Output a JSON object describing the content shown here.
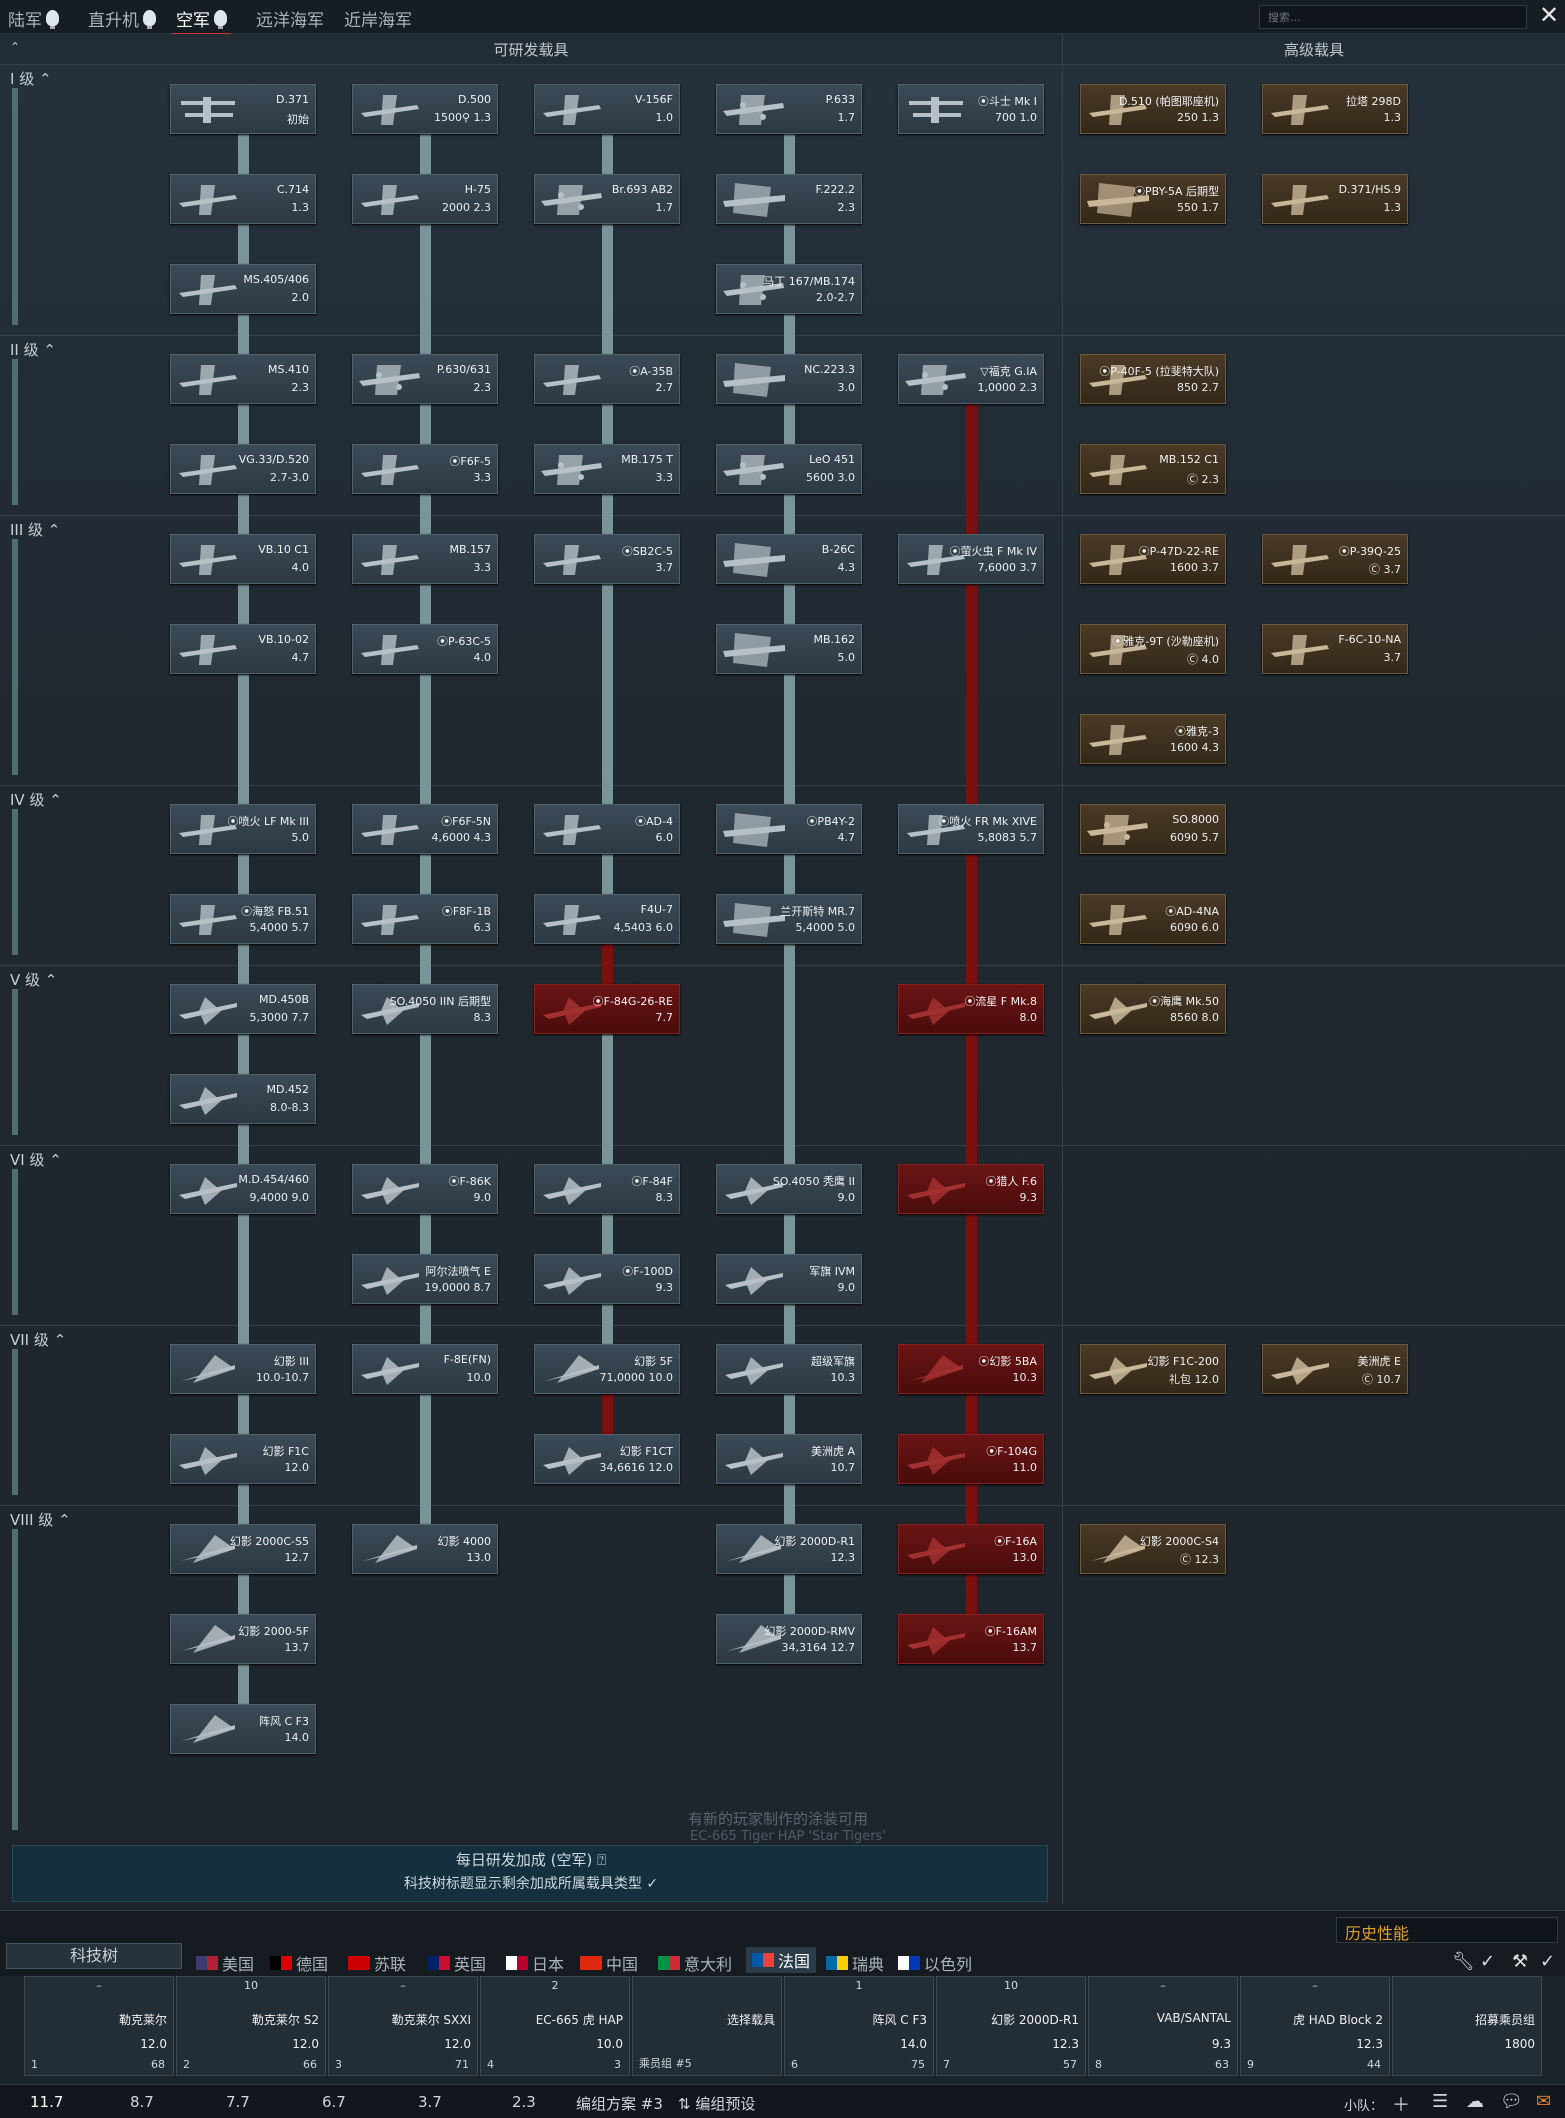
{
  "top_tabs": [
    {
      "label": "陆军",
      "bulb": true
    },
    {
      "label": "直升机",
      "bulb": true
    },
    {
      "label": "空军",
      "bulb": true,
      "active": true
    },
    {
      "label": "远洋海军",
      "bulb": false
    },
    {
      "label": "近岸海军",
      "bulb": false
    }
  ],
  "search": {
    "placeholder": "搜索..."
  },
  "close_icon": "close-icon",
  "headers": {
    "researchable": "可研发载具",
    "premium": "高级载具"
  },
  "ranks": [
    "I 级",
    "II 级",
    "III 级",
    "IV 级",
    "V 级",
    "VI 级",
    "VII 级",
    "VIII 级"
  ],
  "vehicles": [
    {
      "name": "D.371",
      "br": "初始",
      "col": 0,
      "row": 0,
      "type": "std",
      "sil": "biplane"
    },
    {
      "name": "D.500",
      "br": "1500⚲ 1.3",
      "col": 1,
      "row": 0,
      "type": "std",
      "sil": "prop"
    },
    {
      "name": "V-156F",
      "br": "1.0",
      "col": 2,
      "row": 0,
      "type": "std",
      "sil": "prop"
    },
    {
      "name": "P.633",
      "br": "1.7",
      "col": 3,
      "row": 0,
      "type": "std",
      "sil": "twin"
    },
    {
      "name": "⦿斗士 Mk I",
      "br": "700 1.0",
      "col": 4,
      "row": 0,
      "type": "std",
      "sil": "biplane"
    },
    {
      "name": "D.510 (帕图耶座机)",
      "br": "250 1.3",
      "col": 5,
      "row": 0,
      "type": "premium",
      "sil": "prop"
    },
    {
      "name": "拉塔 298D",
      "br": "1.3",
      "col": 6,
      "row": 0,
      "type": "premium",
      "sil": "prop"
    },
    {
      "name": "C.714",
      "br": "1.3",
      "col": 0,
      "row": 1,
      "type": "std",
      "sil": "prop"
    },
    {
      "name": "H-75",
      "br": "2000 2.3",
      "col": 1,
      "row": 1,
      "type": "std",
      "sil": "prop"
    },
    {
      "name": "Br.693 AB2",
      "br": "1.7",
      "col": 2,
      "row": 1,
      "type": "std",
      "sil": "twin"
    },
    {
      "name": "F.222.2",
      "br": "2.3",
      "col": 3,
      "row": 1,
      "type": "std",
      "sil": "bomber"
    },
    {
      "name": "⦿PBY-5A 后期型",
      "br": "550 1.7",
      "col": 5,
      "row": 1,
      "type": "premium",
      "sil": "bomber"
    },
    {
      "name": "D.371/HS.9",
      "br": "1.3",
      "col": 6,
      "row": 1,
      "type": "premium",
      "sil": "prop"
    },
    {
      "name": "MS.405/406",
      "br": "2.0",
      "col": 0,
      "row": 2,
      "type": "std",
      "sil": "prop"
    },
    {
      "name": "马丁 167/MB.174",
      "br": "2.0-2.7",
      "col": 3,
      "row": 2,
      "type": "std",
      "sil": "twin"
    },
    {
      "name": "MS.410",
      "br": "2.3",
      "col": 0,
      "row": 3,
      "type": "std",
      "sil": "prop"
    },
    {
      "name": "P.630/631",
      "br": "2.3",
      "col": 1,
      "row": 3,
      "type": "std",
      "sil": "twin"
    },
    {
      "name": "⦿A-35B",
      "br": "2.7",
      "col": 2,
      "row": 3,
      "type": "std",
      "sil": "prop"
    },
    {
      "name": "NC.223.3",
      "br": "3.0",
      "col": 3,
      "row": 3,
      "type": "std",
      "sil": "bomber"
    },
    {
      "name": "▽福克 G.IA",
      "br": "1,0000 2.3",
      "col": 4,
      "row": 3,
      "type": "std",
      "sil": "twin"
    },
    {
      "name": "⦿P-40F-5 (拉斐特大队)",
      "br": "850 2.7",
      "col": 5,
      "row": 3,
      "type": "premium",
      "sil": "prop"
    },
    {
      "name": "VG.33/D.520",
      "br": "2.7-3.0",
      "col": 0,
      "row": 4,
      "type": "std",
      "sil": "prop"
    },
    {
      "name": "⦿F6F-5",
      "br": "3.3",
      "col": 1,
      "row": 4,
      "type": "std",
      "sil": "prop"
    },
    {
      "name": "MB.175 T",
      "br": "3.3",
      "col": 2,
      "row": 4,
      "type": "std",
      "sil": "twin"
    },
    {
      "name": "LeO 451",
      "br": "5600 3.0",
      "col": 3,
      "row": 4,
      "type": "std",
      "sil": "twin"
    },
    {
      "name": "MB.152 C1",
      "br": "Ⓒ 2.3",
      "col": 5,
      "row": 4,
      "type": "premium",
      "sil": "prop"
    },
    {
      "name": "VB.10 C1",
      "br": "4.0",
      "col": 0,
      "row": 5,
      "type": "std",
      "sil": "prop"
    },
    {
      "name": "MB.157",
      "br": "3.3",
      "col": 1,
      "row": 5,
      "type": "std",
      "sil": "prop"
    },
    {
      "name": "⦿SB2C-5",
      "br": "3.7",
      "col": 2,
      "row": 5,
      "type": "std",
      "sil": "prop"
    },
    {
      "name": "B-26C",
      "br": "4.3",
      "col": 3,
      "row": 5,
      "type": "std",
      "sil": "bomber"
    },
    {
      "name": "⦿萤火虫 F Mk IV",
      "br": "7,6000 3.7",
      "col": 4,
      "row": 5,
      "type": "std",
      "sil": "prop"
    },
    {
      "name": "⦿P-47D-22-RE",
      "br": "1600 3.7",
      "col": 5,
      "row": 5,
      "type": "premium",
      "sil": "prop"
    },
    {
      "name": "⦿P-39Q-25",
      "br": "Ⓒ 3.7",
      "col": 6,
      "row": 5,
      "type": "premium",
      "sil": "prop"
    },
    {
      "name": "VB.10-02",
      "br": "4.7",
      "col": 0,
      "row": 6,
      "type": "std",
      "sil": "prop"
    },
    {
      "name": "⦿P-63C-5",
      "br": "4.0",
      "col": 1,
      "row": 6,
      "type": "std",
      "sil": "prop"
    },
    {
      "name": "MB.162",
      "br": "5.0",
      "col": 3,
      "row": 6,
      "type": "std",
      "sil": "bomber"
    },
    {
      "name": "⦿雅克-9T (沙勒座机)",
      "br": "Ⓒ 4.0",
      "col": 5,
      "row": 6,
      "type": "premium",
      "sil": "prop"
    },
    {
      "name": "F-6C-10-NA",
      "br": "3.7",
      "col": 6,
      "row": 6,
      "type": "premium",
      "sil": "prop"
    },
    {
      "name": "⦿雅克-3",
      "br": "1600 4.3",
      "col": 5,
      "row": 7,
      "type": "premium",
      "sil": "prop"
    },
    {
      "name": "⦿喷火 LF Mk III",
      "br": "5.0",
      "col": 0,
      "row": 8,
      "type": "std",
      "sil": "prop"
    },
    {
      "name": "⦿F6F-5N",
      "br": "4,6000 4.3",
      "col": 1,
      "row": 8,
      "type": "std",
      "sil": "prop"
    },
    {
      "name": "⦿AD-4",
      "br": "6.0",
      "col": 2,
      "row": 8,
      "type": "std",
      "sil": "prop"
    },
    {
      "name": "⦿PB4Y-2",
      "br": "4.7",
      "col": 3,
      "row": 8,
      "type": "std",
      "sil": "bomber"
    },
    {
      "name": "⦿喷火 FR Mk XIVE",
      "br": "5,8083 5.7",
      "col": 4,
      "row": 8,
      "type": "std",
      "sil": "prop"
    },
    {
      "name": "SO.8000",
      "br": "6090 5.7",
      "col": 5,
      "row": 8,
      "type": "premium",
      "sil": "twin"
    },
    {
      "name": "⦿海怒 FB.51",
      "br": "5,4000 5.7",
      "col": 0,
      "row": 9,
      "type": "std",
      "sil": "prop"
    },
    {
      "name": "⦿F8F-1B",
      "br": "6.3",
      "col": 1,
      "row": 9,
      "type": "std",
      "sil": "prop"
    },
    {
      "name": "F4U-7",
      "br": "4,5403 6.0",
      "col": 2,
      "row": 9,
      "type": "std",
      "sil": "prop"
    },
    {
      "name": "兰开斯特 MR.7",
      "br": "5,4000 5.0",
      "col": 3,
      "row": 9,
      "type": "std",
      "sil": "bomber"
    },
    {
      "name": "⦿AD-4NA",
      "br": "6090 6.0",
      "col": 5,
      "row": 9,
      "type": "premium",
      "sil": "prop"
    },
    {
      "name": "MD.450B",
      "br": "5,3000 7.7",
      "col": 0,
      "row": 10,
      "type": "std",
      "sil": "jet"
    },
    {
      "name": "SO.4050 IIN 后期型",
      "br": "8.3",
      "col": 1,
      "row": 10,
      "type": "std",
      "sil": "jet"
    },
    {
      "name": "⦿F-84G-26-RE",
      "br": "7.7",
      "col": 2,
      "row": 10,
      "type": "squadron",
      "sil": "jet"
    },
    {
      "name": "⦿流星 F Mk.8",
      "br": "8.0",
      "col": 4,
      "row": 10,
      "type": "squadron",
      "sil": "jet"
    },
    {
      "name": "⦿海鹰 Mk.50",
      "br": "8560 8.0",
      "col": 5,
      "row": 10,
      "type": "premium",
      "sil": "jet"
    },
    {
      "name": "MD.452",
      "br": "8.0-8.3",
      "col": 0,
      "row": 11,
      "type": "std",
      "sil": "jet"
    },
    {
      "name": "M.D.454/460",
      "br": "9,4000 9.0",
      "col": 0,
      "row": 12,
      "type": "std",
      "sil": "jet"
    },
    {
      "name": "⦿F-86K",
      "br": "9.0",
      "col": 1,
      "row": 12,
      "type": "std",
      "sil": "jet"
    },
    {
      "name": "⦿F-84F",
      "br": "8.3",
      "col": 2,
      "row": 12,
      "type": "std",
      "sil": "jet"
    },
    {
      "name": "SO.4050 秃鹰 II",
      "br": "9.0",
      "col": 3,
      "row": 12,
      "type": "std",
      "sil": "jet"
    },
    {
      "name": "⦿猎人 F.6",
      "br": "9.3",
      "col": 4,
      "row": 12,
      "type": "squadron",
      "sil": "jet"
    },
    {
      "name": "阿尔法喷气 E",
      "br": "19,0000 8.7",
      "col": 1,
      "row": 13,
      "type": "std",
      "sil": "jet"
    },
    {
      "name": "⦿F-100D",
      "br": "9.3",
      "col": 2,
      "row": 13,
      "type": "std",
      "sil": "jet"
    },
    {
      "name": "军旗 IVM",
      "br": "9.0",
      "col": 3,
      "row": 13,
      "type": "std",
      "sil": "jet"
    },
    {
      "name": "幻影 III",
      "br": "10.0-10.7",
      "col": 0,
      "row": 14,
      "type": "std",
      "sil": "delta"
    },
    {
      "name": "F-8E(FN)",
      "br": "10.0",
      "col": 1,
      "row": 14,
      "type": "std",
      "sil": "jet"
    },
    {
      "name": "幻影 5F",
      "br": "71,0000 10.0",
      "col": 2,
      "row": 14,
      "type": "std",
      "sil": "delta"
    },
    {
      "name": "超级军旗",
      "br": "10.3",
      "col": 3,
      "row": 14,
      "type": "std",
      "sil": "jet"
    },
    {
      "name": "⦿幻影 5BA",
      "br": "10.3",
      "col": 4,
      "row": 14,
      "type": "squadron",
      "sil": "delta"
    },
    {
      "name": "幻影 F1C-200",
      "br": "礼包 12.0",
      "col": 5,
      "row": 14,
      "type": "premium",
      "sil": "jet"
    },
    {
      "name": "美洲虎 E",
      "br": "Ⓒ 10.7",
      "col": 6,
      "row": 14,
      "type": "premium",
      "sil": "jet"
    },
    {
      "name": "幻影 F1C",
      "br": "12.0",
      "col": 0,
      "row": 15,
      "type": "std",
      "sil": "jet"
    },
    {
      "name": "幻影 F1CT",
      "br": "34,6616 12.0",
      "col": 2,
      "row": 15,
      "type": "std",
      "sil": "jet"
    },
    {
      "name": "美洲虎 A",
      "br": "10.7",
      "col": 3,
      "row": 15,
      "type": "std",
      "sil": "jet"
    },
    {
      "name": "⦿F-104G",
      "br": "11.0",
      "col": 4,
      "row": 15,
      "type": "squadron",
      "sil": "jet"
    },
    {
      "name": "幻影 2000C-S5",
      "br": "12.7",
      "col": 0,
      "row": 16,
      "type": "std",
      "sil": "delta"
    },
    {
      "name": "幻影 4000",
      "br": "13.0",
      "col": 1,
      "row": 16,
      "type": "std",
      "sil": "delta"
    },
    {
      "name": "幻影 2000D-R1",
      "br": "12.3",
      "col": 3,
      "row": 16,
      "type": "std",
      "sil": "delta"
    },
    {
      "name": "⦿F-16A",
      "br": "13.0",
      "col": 4,
      "row": 16,
      "type": "squadron",
      "sil": "jet"
    },
    {
      "name": "幻影 2000C-S4",
      "br": "Ⓒ 12.3",
      "col": 5,
      "row": 16,
      "type": "premium",
      "sil": "delta"
    },
    {
      "name": "幻影 2000-5F",
      "br": "13.7",
      "col": 0,
      "row": 17,
      "type": "std",
      "sil": "delta"
    },
    {
      "name": "幻影 2000D-RMV",
      "br": "34,3164 12.7",
      "col": 3,
      "row": 17,
      "type": "std",
      "sil": "delta"
    },
    {
      "name": "⦿F-16AM",
      "br": "13.7",
      "col": 4,
      "row": 17,
      "type": "squadron",
      "sil": "jet"
    },
    {
      "name": "阵风 C F3",
      "br": "14.0",
      "col": 0,
      "row": 18,
      "type": "std",
      "sil": "delta"
    }
  ],
  "bonus": {
    "title": "每日研发加成 (空军) ⍰",
    "subtitle": "科技树标题显示剩余加成所属载具类型 ✓"
  },
  "notice": {
    "line1": "有新的玩家制作的涂装可用",
    "line2": "EC-665 Tiger HAP 'Star Tigers'"
  },
  "tech_tree_button": "科技树",
  "history_select": "历史性能",
  "countries": [
    {
      "name": "美国",
      "colors": [
        "#3c3b6e",
        "#b22234"
      ]
    },
    {
      "name": "德国",
      "colors": [
        "#000000",
        "#dd0000"
      ]
    },
    {
      "name": "苏联",
      "colors": [
        "#cc0000",
        "#cc0000"
      ]
    },
    {
      "name": "英国",
      "colors": [
        "#012169",
        "#c8102e"
      ]
    },
    {
      "name": "日本",
      "colors": [
        "#ffffff",
        "#bc002d"
      ]
    },
    {
      "name": "中国",
      "colors": [
        "#de2910",
        "#de2910"
      ]
    },
    {
      "name": "意大利",
      "colors": [
        "#009246",
        "#ce2b37"
      ]
    },
    {
      "name": "法国",
      "colors": [
        "#0055a4",
        "#ef4135"
      ],
      "active": true
    },
    {
      "name": "瑞典",
      "colors": [
        "#006aa7",
        "#fecc00"
      ]
    },
    {
      "name": "以色列",
      "colors": [
        "#ffffff",
        "#0038b8"
      ]
    }
  ],
  "crew_slots": [
    {
      "top": "–",
      "name": "勒克莱尔",
      "br": "12.0",
      "num": "1",
      "var": "68"
    },
    {
      "top": "10",
      "name": "勒克莱尔 S2",
      "br": "12.0",
      "num": "2",
      "var": "66"
    },
    {
      "top": "–",
      "name": "勒克莱尔 SXXI",
      "br": "12.0",
      "num": "3",
      "var": "71"
    },
    {
      "top": "2",
      "name": "EC-665 虎 HAP",
      "br": "10.0",
      "num": "4",
      "var": "3"
    },
    {
      "top": "",
      "name": "选择载具",
      "br": "",
      "num": "乘员组 #5",
      "var": ""
    },
    {
      "top": "1",
      "name": "阵风 C F3",
      "br": "14.0",
      "num": "6",
      "var": "75"
    },
    {
      "top": "10",
      "name": "幻影 2000D-R1",
      "br": "12.3",
      "num": "7",
      "var": "57"
    },
    {
      "top": "–",
      "name": "VAB/SANTAL",
      "br": "9.3",
      "num": "8",
      "var": "63"
    },
    {
      "top": "–",
      "name": "虎 HAD Block 2",
      "br": "12.3",
      "num": "9",
      "var": "44"
    },
    {
      "top": "",
      "name": "招募乘员组",
      "br": "1800",
      "num": "",
      "var": ""
    }
  ],
  "footer": {
    "brs": [
      "11.7",
      "8.7",
      "7.7",
      "6.7",
      "3.7",
      "2.3"
    ],
    "preset": "编组方案 #3",
    "preset_label": "⇅ 编组预设",
    "squad": "小队："
  }
}
